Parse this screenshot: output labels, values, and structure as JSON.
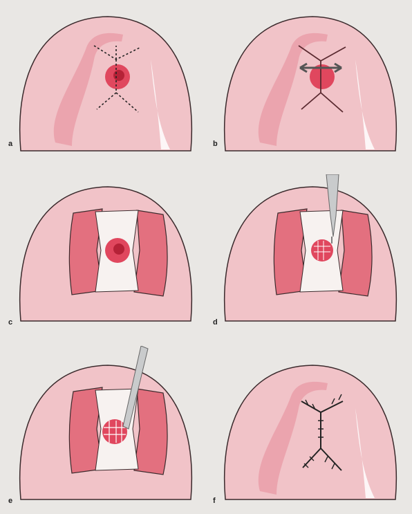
{
  "panels": [
    {
      "id": "a",
      "label": "a"
    },
    {
      "id": "b",
      "label": "b"
    },
    {
      "id": "c",
      "label": "c"
    },
    {
      "id": "d",
      "label": "d"
    },
    {
      "id": "e",
      "label": "e"
    },
    {
      "id": "f",
      "label": "f"
    }
  ],
  "colors": {
    "tissue": "#f1c3c8",
    "tissue_outline": "#3a2a2c",
    "fold": "#e89aa6",
    "lesion": "#e0475e",
    "exposed_field": "#f7f2f0",
    "instrument": "#c9cbcc",
    "page_bg": "#e9e7e4"
  }
}
